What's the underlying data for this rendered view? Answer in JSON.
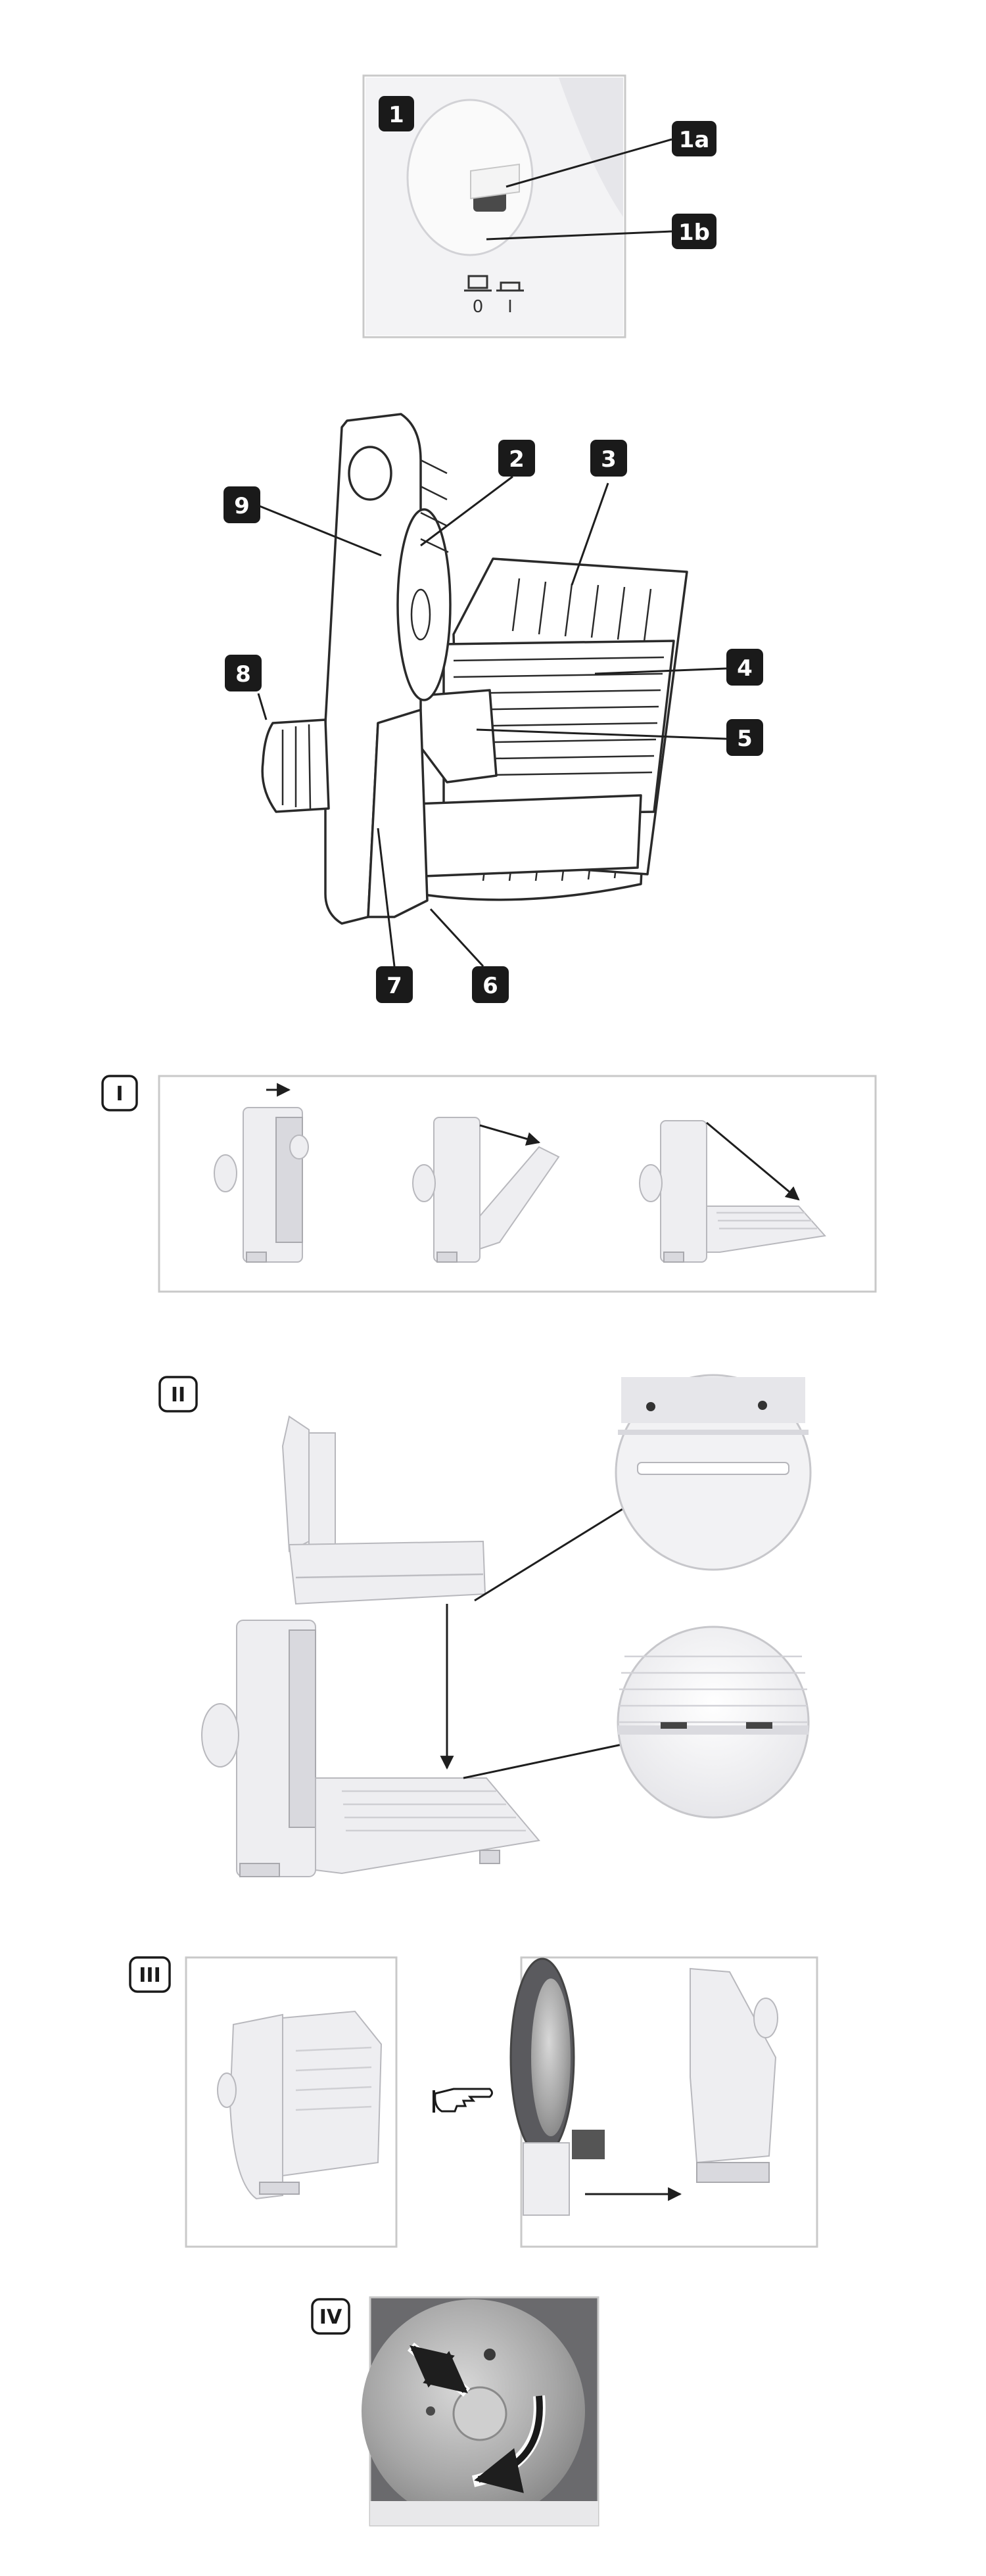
{
  "figure1": {
    "badge": "1",
    "callouts": [
      "1a",
      "1b"
    ],
    "switch_labels": [
      "0",
      "I"
    ]
  },
  "main_diagram": {
    "callouts": [
      "2",
      "3",
      "4",
      "5",
      "6",
      "7",
      "8",
      "9"
    ]
  },
  "step_I": {
    "badge": "I"
  },
  "step_II": {
    "badge": "II"
  },
  "step_III": {
    "badge": "III",
    "pointing_icon": "pointing-hand-icon"
  },
  "step_IV": {
    "badge": "IV",
    "icons": [
      "straight-double-arrow-icon",
      "curved-arrow-icon"
    ]
  }
}
